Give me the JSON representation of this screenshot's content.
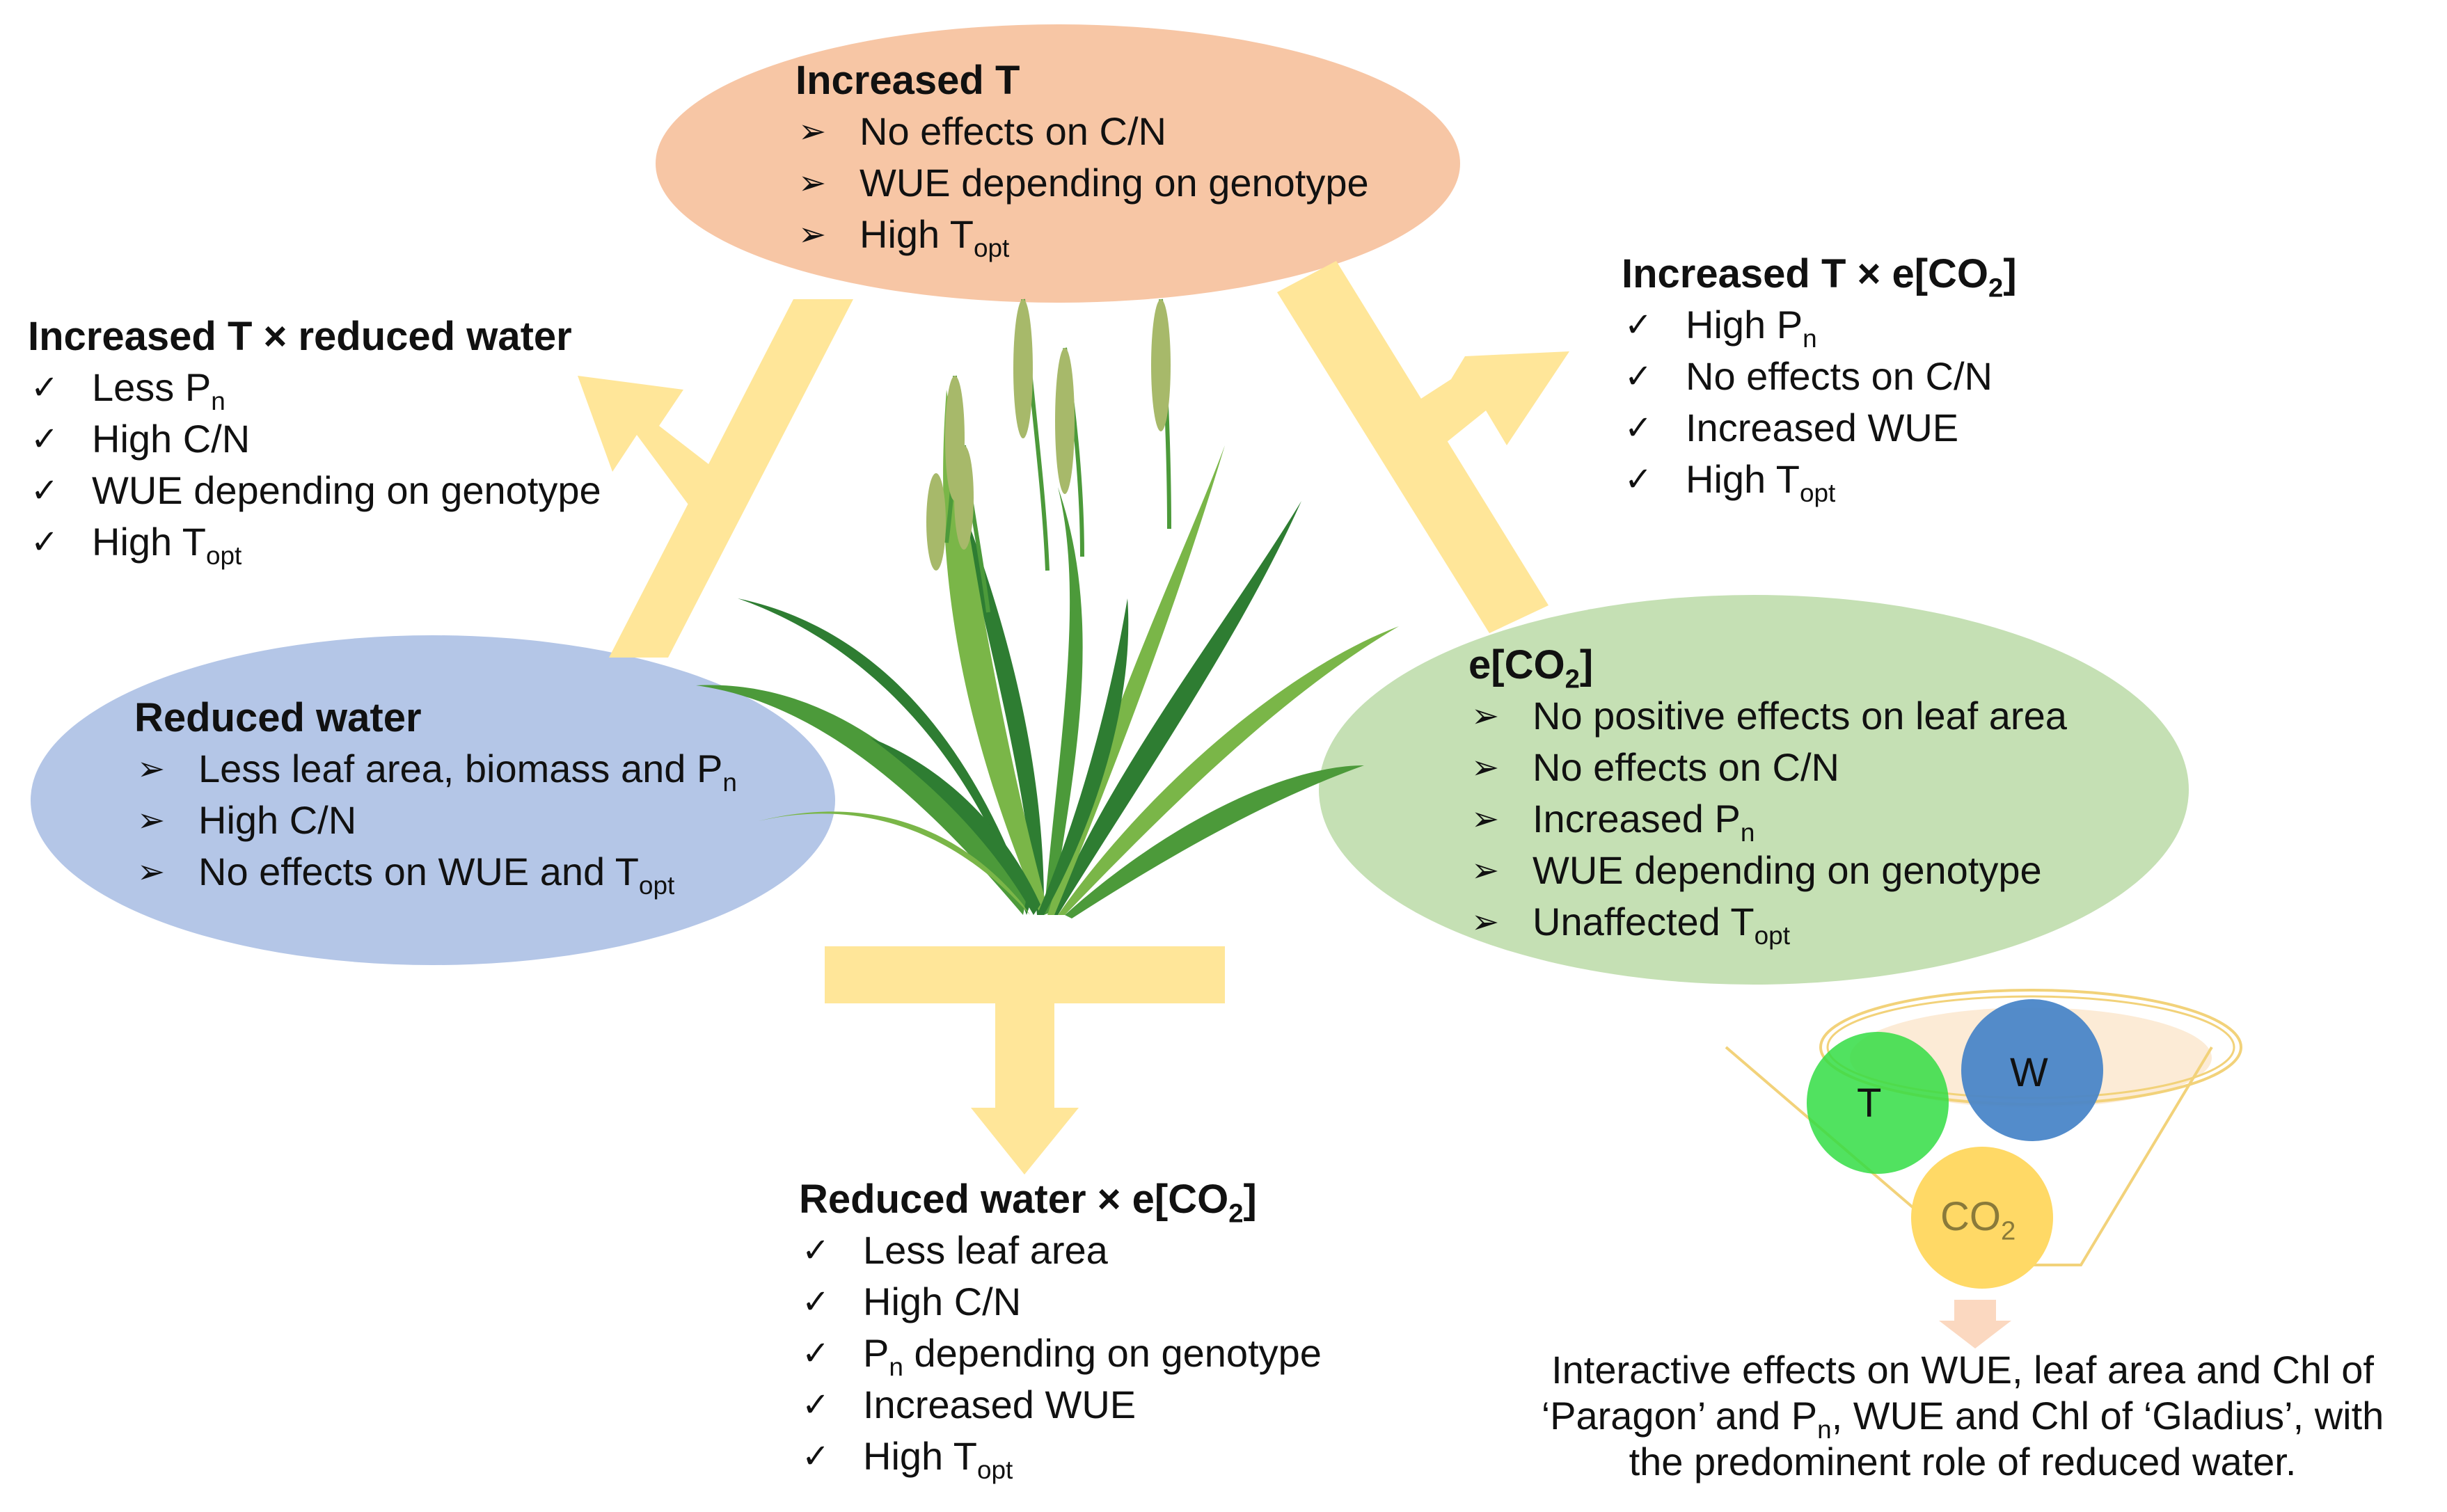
{
  "colors": {
    "temperature_ellipse": "#f7c6a5",
    "water_ellipse": "#b4c6e7",
    "co2_ellipse": "#c5e0b4",
    "arrow": "#ffe699",
    "plant_dark": "#2e7d32",
    "plant_mid": "#4c9a3a",
    "plant_light": "#7ab648",
    "venn_t": "#33dd44",
    "venn_w": "#4a86c8",
    "venn_co2": "#ffd966",
    "funnel_outline": "#f2d27a"
  },
  "icons": {
    "arrow_bullet": "arrow-head-bullet-icon",
    "check_bullet": "check-mark-icon"
  },
  "bullets": {
    "arrow": "➢",
    "check": "✓"
  },
  "increased_t": {
    "title": "Increased T",
    "items": [
      {
        "text": "No effects on C/N",
        "sub": "",
        "after": ""
      },
      {
        "text": "WUE depending on genotype",
        "sub": "",
        "after": ""
      },
      {
        "text": "High T",
        "sub": "opt",
        "after": ""
      }
    ]
  },
  "t_x_water": {
    "title": "Increased T × reduced water",
    "items": [
      {
        "text": "Less P",
        "sub": "n",
        "after": ""
      },
      {
        "text": "High C/N",
        "sub": "",
        "after": ""
      },
      {
        "text": "WUE depending on genotype",
        "sub": "",
        "after": ""
      },
      {
        "text": "High T",
        "sub": "opt",
        "after": ""
      }
    ]
  },
  "t_x_co2": {
    "title_pre": "Increased T × e[CO",
    "title_sub": "2",
    "title_post": "]",
    "items": [
      {
        "text": "High P",
        "sub": "n",
        "after": ""
      },
      {
        "text": "No effects on C/N",
        "sub": "",
        "after": ""
      },
      {
        "text": "Increased WUE",
        "sub": "",
        "after": ""
      },
      {
        "text": "High T",
        "sub": "opt",
        "after": ""
      }
    ]
  },
  "reduced_water": {
    "title": "Reduced water",
    "items": [
      {
        "text": "Less leaf area, biomass and P",
        "sub": "n",
        "after": ""
      },
      {
        "text": "High C/N",
        "sub": "",
        "after": ""
      },
      {
        "text": "No effects on WUE and T",
        "sub": "opt",
        "after": ""
      }
    ]
  },
  "eco2": {
    "title_pre": "e[CO",
    "title_sub": "2",
    "title_post": "]",
    "items": [
      {
        "text": "No positive effects on leaf area",
        "sub": "",
        "after": ""
      },
      {
        "text": "No effects on C/N",
        "sub": "",
        "after": ""
      },
      {
        "text": "Increased P",
        "sub": "n",
        "after": ""
      },
      {
        "text": "WUE depending on genotype",
        "sub": "",
        "after": ""
      },
      {
        "text": "Unaffected T",
        "sub": "opt",
        "after": ""
      }
    ]
  },
  "water_x_co2": {
    "title_pre": "Reduced water × e[CO",
    "title_sub": "2",
    "title_post": "]",
    "items": [
      {
        "text": "Less leaf area",
        "sub": "",
        "after": ""
      },
      {
        "text": "High C/N",
        "sub": "",
        "after": ""
      },
      {
        "text": "P",
        "sub": "n",
        "after": " depending on genotype"
      },
      {
        "text": "Increased WUE",
        "sub": "",
        "after": ""
      },
      {
        "text": "High T",
        "sub": "opt",
        "after": ""
      }
    ]
  },
  "venn": {
    "t_label": "T",
    "w_label": "W",
    "co2_label": "CO",
    "co2_sub": "2"
  },
  "conclusion": {
    "line1": "Interactive effects on WUE, leaf area and Chl of",
    "line2_pre": "‘Paragon’ and P",
    "line2_sub": "n",
    "line2_post": ", WUE and Chl of ‘Gladius’, with",
    "line3": "the predominent role of reduced water."
  }
}
